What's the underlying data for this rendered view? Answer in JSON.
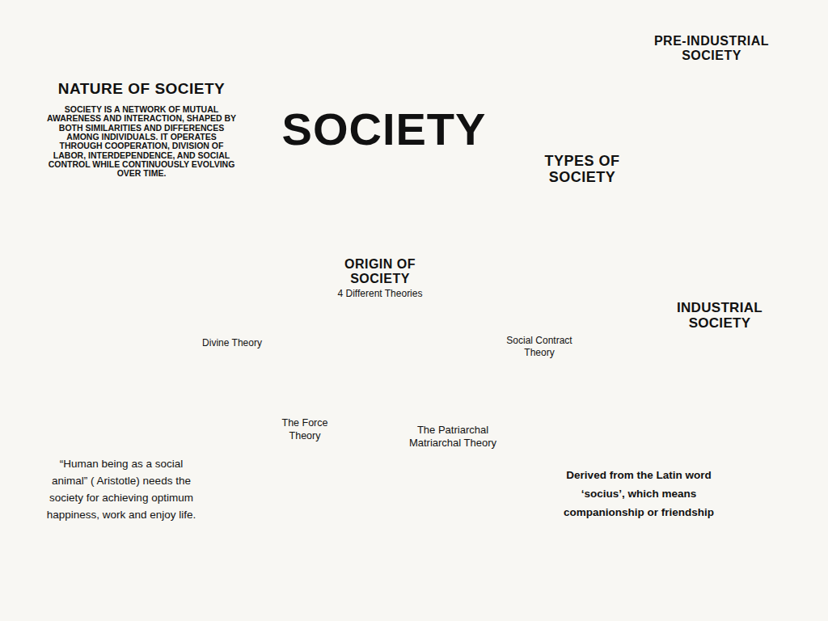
{
  "diagram": {
    "nodes": [
      {
        "text": [
          "SOCIETY"
        ]
      },
      {
        "text": [
          "NATURE OF SOCIETY",
          "SOCIETY IS A NETWORK OF MUTUAL AWARENESS AND INTERACTION, SHAPED BY BOTH SIMILARITIES AND DIFFERENCES AMONG INDIVIDUALS. IT OPERATES THROUGH COOPERATION, DIVISION OF LABOR, INTERDEPENDENCE, AND SOCIAL CONTROL WHILE CONTINUOUSLY EVOLVING OVER TIME."
        ]
      },
      {
        "text": [
          "PRE-INDUSTRIAL SOCIETY"
        ]
      },
      {
        "text": [
          "TYPES OF SOCIETY"
        ]
      },
      {
        "text": [
          "INDUSTRIAL SOCIETY"
        ]
      },
      {
        "text": [
          "ORIGIN OF SOCIETY",
          "4 Different Theories"
        ]
      },
      {
        "text": [
          "Divine Theory"
        ]
      },
      {
        "text": [
          "Social Contract Theory"
        ]
      },
      {
        "text": [
          "The Force Theory"
        ]
      },
      {
        "text": [
          "The Patriarchal Matriarchal Theory"
        ]
      },
      {
        "text": [
          "“Human being as a social animal” ( Aristotle) needs the society for achieving optimum happiness, work and enjoy life."
        ]
      },
      {
        "text": [
          "Derived from the Latin word ‘socius’, which means companionship or friendship"
        ]
      }
    ],
    "edges": [
      {
        "from": 0,
        "to": 1,
        "arrow": "none"
      },
      {
        "from": 0,
        "to": 3,
        "arrow": "none"
      },
      {
        "from": 3,
        "to": 2,
        "arrow": "none"
      },
      {
        "from": 3,
        "to": 4,
        "arrow": "none"
      },
      {
        "from": 0,
        "to": 5,
        "arrow": "none"
      },
      {
        "from": 5,
        "to": 6,
        "arrow": "none"
      },
      {
        "from": 5,
        "to": 7,
        "arrow": "none"
      },
      {
        "from": 5,
        "to": 8,
        "arrow": "none"
      },
      {
        "from": 5,
        "to": 9,
        "arrow": "none"
      },
      {
        "from": 0,
        "to": 10,
        "arrow": "none"
      },
      {
        "from": 0,
        "to": 11,
        "arrow": "none"
      }
    ]
  }
}
